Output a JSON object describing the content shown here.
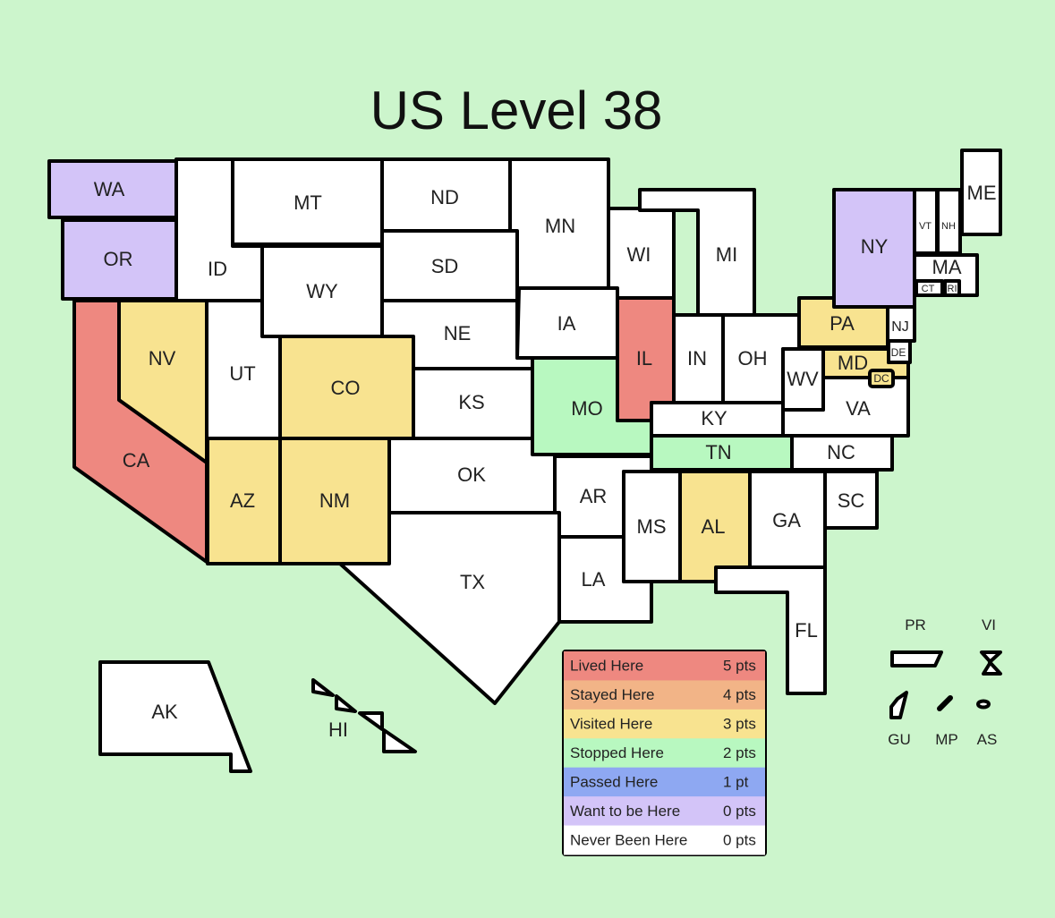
{
  "title": "US Level 38",
  "legend": [
    {
      "label": "Lived Here",
      "points": "5 pts",
      "color": "#ee8880"
    },
    {
      "label": "Stayed Here",
      "points": "4 pts",
      "color": "#f2b487"
    },
    {
      "label": "Visited Here",
      "points": "3 pts",
      "color": "#f8e390"
    },
    {
      "label": "Stopped Here",
      "points": "2 pts",
      "color": "#b8f8c0"
    },
    {
      "label": "Passed Here",
      "points": "1 pt",
      "color": "#8ea8f2"
    },
    {
      "label": "Want to be Here",
      "points": "0 pts",
      "color": "#d3c4f8"
    },
    {
      "label": "Never Been Here",
      "points": "0 pts",
      "color": "#ffffff"
    }
  ],
  "states": {
    "WA": {
      "label": "WA",
      "level": 5
    },
    "OR": {
      "label": "OR",
      "level": 5
    },
    "CA": {
      "label": "CA",
      "level": 0
    },
    "NV": {
      "label": "NV",
      "level": 2
    },
    "ID": {
      "label": "ID",
      "level": 6
    },
    "MT": {
      "label": "MT",
      "level": 6
    },
    "WY": {
      "label": "WY",
      "level": 6
    },
    "UT": {
      "label": "UT",
      "level": 6
    },
    "CO": {
      "label": "CO",
      "level": 2
    },
    "AZ": {
      "label": "AZ",
      "level": 2
    },
    "NM": {
      "label": "NM",
      "level": 2
    },
    "ND": {
      "label": "ND",
      "level": 6
    },
    "SD": {
      "label": "SD",
      "level": 6
    },
    "NE": {
      "label": "NE",
      "level": 6
    },
    "KS": {
      "label": "KS",
      "level": 6
    },
    "OK": {
      "label": "OK",
      "level": 6
    },
    "TX": {
      "label": "TX",
      "level": 6
    },
    "MN": {
      "label": "MN",
      "level": 6
    },
    "IA": {
      "label": "IA",
      "level": 6
    },
    "MO": {
      "label": "MO",
      "level": 3
    },
    "AR": {
      "label": "AR",
      "level": 6
    },
    "LA": {
      "label": "LA",
      "level": 6
    },
    "WI": {
      "label": "WI",
      "level": 6
    },
    "IL": {
      "label": "IL",
      "level": 0
    },
    "MI": {
      "label": "MI",
      "level": 6
    },
    "IN": {
      "label": "IN",
      "level": 6
    },
    "OH": {
      "label": "OH",
      "level": 6
    },
    "KY": {
      "label": "KY",
      "level": 6
    },
    "TN": {
      "label": "TN",
      "level": 3
    },
    "MS": {
      "label": "MS",
      "level": 6
    },
    "AL": {
      "label": "AL",
      "level": 2
    },
    "GA": {
      "label": "GA",
      "level": 6
    },
    "FL": {
      "label": "FL",
      "level": 6
    },
    "SC": {
      "label": "SC",
      "level": 6
    },
    "NC": {
      "label": "NC",
      "level": 6
    },
    "VA": {
      "label": "VA",
      "level": 6
    },
    "WV": {
      "label": "WV",
      "level": 6
    },
    "MD": {
      "label": "MD",
      "level": 2
    },
    "DC": {
      "label": "DC",
      "level": 2
    },
    "DE": {
      "label": "DE",
      "level": 6
    },
    "PA": {
      "label": "PA",
      "level": 2
    },
    "NJ": {
      "label": "NJ",
      "level": 6
    },
    "NY": {
      "label": "NY",
      "level": 5
    },
    "VT": {
      "label": "VT",
      "level": 6
    },
    "NH": {
      "label": "NH",
      "level": 6
    },
    "ME": {
      "label": "ME",
      "level": 6
    },
    "MA": {
      "label": "MA",
      "level": 6
    },
    "CT": {
      "label": "CT",
      "level": 6
    },
    "RI": {
      "label": "RI",
      "level": 6
    },
    "AK": {
      "label": "AK",
      "level": 6
    },
    "HI": {
      "label": "HI",
      "level": 6
    },
    "PR": {
      "label": "PR",
      "level": 6
    },
    "VI": {
      "label": "VI",
      "level": 6
    },
    "GU": {
      "label": "GU",
      "level": 6
    },
    "MP": {
      "label": "MP",
      "level": 6
    },
    "AS": {
      "label": "AS",
      "level": 6
    }
  }
}
